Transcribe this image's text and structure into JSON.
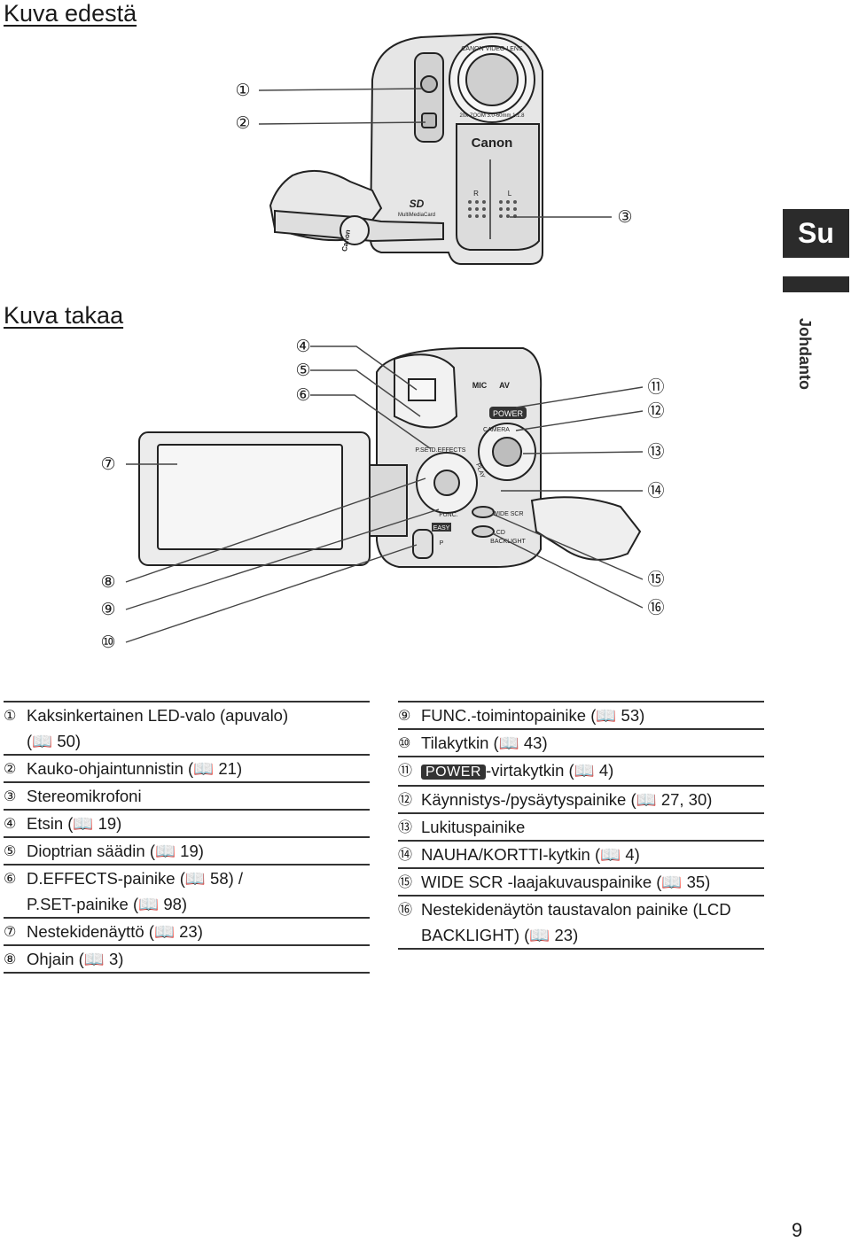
{
  "headings": {
    "front": "Kuva edestä",
    "back": "Kuva takaa"
  },
  "side_tab": {
    "label": "Su",
    "section": "Johdanto"
  },
  "front_camera_printed": {
    "brand": "Canon",
    "lens_text": "CANON VIDEO LENS",
    "lens_spec": "20x ZOOM 3.0-60mm 1:1.8",
    "card_logo": "SD",
    "card_text": "MultiMediaCard",
    "strap_brand": "Canon",
    "mic_r": "R",
    "mic_l": "L"
  },
  "rear_camera_printed": {
    "mic": "MIC",
    "av": "AV",
    "power": "POWER",
    "camera": "CAMERA",
    "play": "PLAY",
    "pset": "P.SET",
    "effects": "D.EFFECTS",
    "func": "FUNC.",
    "easy": "EASY",
    "p": "P",
    "wide_scr": "WIDE SCR",
    "lcd_backlight_1": "LCD",
    "lcd_backlight_2": "BACKLIGHT"
  },
  "front_callouts": [
    "①",
    "②",
    "③"
  ],
  "back_callouts": [
    "④",
    "⑤",
    "⑥",
    "⑦",
    "⑧",
    "⑨",
    "⑩",
    "⑪",
    "⑫",
    "⑬",
    "⑭",
    "⑮",
    "⑯"
  ],
  "legend_left": [
    {
      "num": "①",
      "lines": [
        "Kaksinkertainen LED-valo (apuvalo)",
        "(📖 50)"
      ]
    },
    {
      "num": "②",
      "lines": [
        "Kauko-ohjaintunnistin (📖 21)"
      ]
    },
    {
      "num": "③",
      "lines": [
        "Stereomikrofoni"
      ]
    },
    {
      "num": "④",
      "lines": [
        "Etsin (📖 19)"
      ]
    },
    {
      "num": "⑤",
      "lines": [
        "Dioptrian säädin (📖 19)"
      ]
    },
    {
      "num": "⑥",
      "lines": [
        "D.EFFECTS-painike (📖 58) /",
        "P.SET-painike (📖 98)"
      ]
    },
    {
      "num": "⑦",
      "lines": [
        "Nestekidenäyttö (📖 23)"
      ]
    },
    {
      "num": "⑧",
      "lines": [
        "Ohjain (📖 3)"
      ]
    }
  ],
  "legend_right": [
    {
      "num": "⑨",
      "lines": [
        "FUNC.-toimintopainike (📖 53)"
      ]
    },
    {
      "num": "⑩",
      "lines": [
        "Tilakytkin (📖 43)"
      ]
    },
    {
      "num": "⑪",
      "badge": "POWER",
      "lines": [
        "-virtakytkin (📖 4)"
      ]
    },
    {
      "num": "⑫",
      "lines": [
        "Käynnistys-/pysäytyspainike (📖 27, 30)"
      ]
    },
    {
      "num": "⑬",
      "lines": [
        "Lukituspainike"
      ]
    },
    {
      "num": "⑭",
      "lines": [
        "NAUHA/KORTTI-kytkin (📖 4)"
      ]
    },
    {
      "num": "⑮",
      "lines": [
        "WIDE SCR -laajakuvauspainike (📖 35)"
      ]
    },
    {
      "num": "⑯",
      "lines": [
        "Nestekidenäytön taustavalon painike (LCD",
        "BACKLIGHT) (📖 23)"
      ]
    }
  ],
  "page_number": "9"
}
